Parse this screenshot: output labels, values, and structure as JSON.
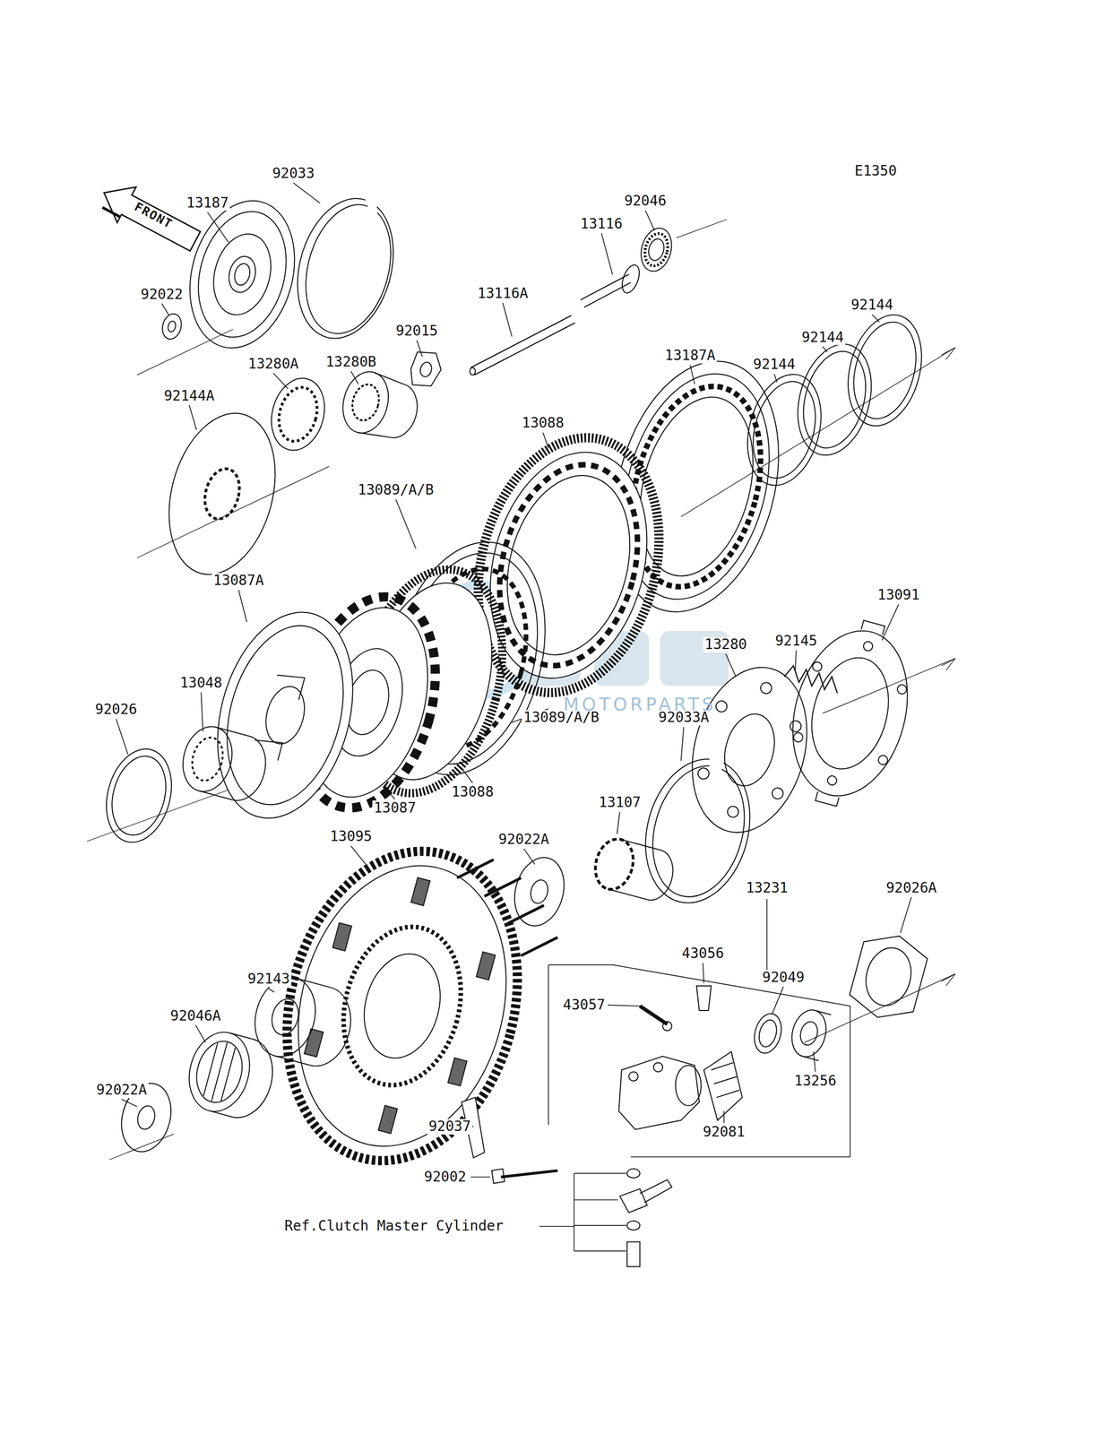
{
  "diagram": {
    "labels": [
      "E1350",
      "FRONT",
      "92033",
      "13187",
      "92046",
      "13116",
      "92022",
      "13116A",
      "92144",
      "92144",
      "92144",
      "13187A",
      "92015",
      "13280B",
      "13280A",
      "92144A",
      "13088",
      "13089/A/B",
      "13087A",
      "13091",
      "92145",
      "13280",
      "13048",
      "92026",
      "13089/A/B",
      "92033A",
      "13087",
      "13088",
      "13107",
      "13095",
      "92022A",
      "13231",
      "92026A",
      "43056",
      "92049",
      "43057",
      "92143",
      "92046A",
      "13256",
      "92037",
      "92081",
      "92022A",
      "92002",
      "Ref.Clutch Master Cylinder",
      "MOTORPARTS"
    ]
  }
}
